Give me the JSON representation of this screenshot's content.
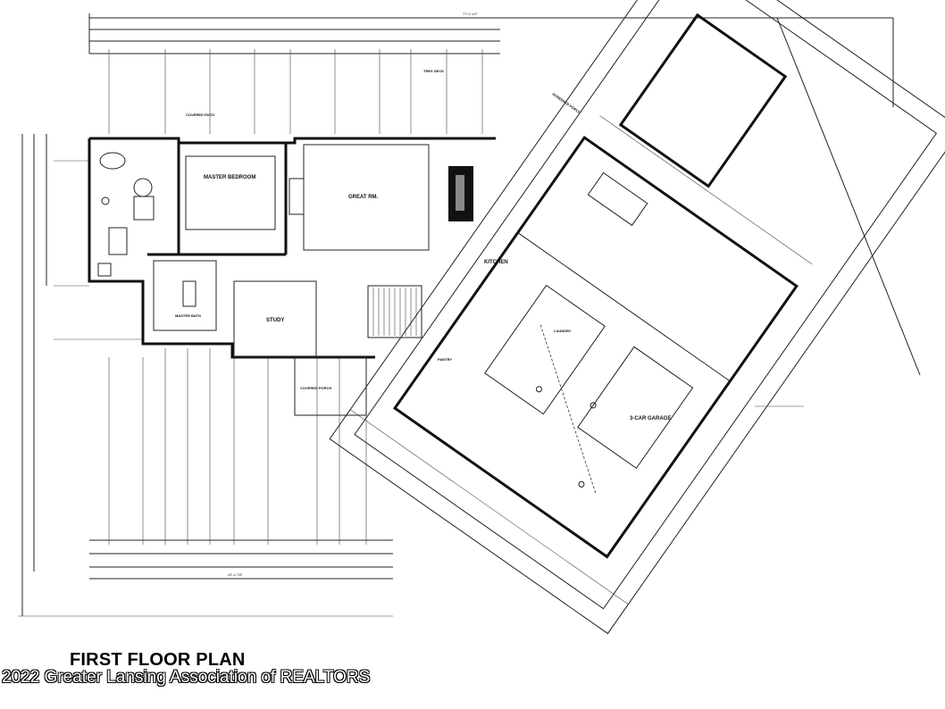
{
  "plan": {
    "title": "FIRST FLOOR PLAN",
    "copyright": "2022 Greater Lansing Association of REALTORS",
    "rooms": {
      "master_bedroom": "MASTER BEDROOM",
      "great_rm": "GREAT RM.",
      "kitchen": "KITCHEN",
      "study": "STUDY",
      "master_bath": "MASTER BATH",
      "laundry": "LAUNDRY",
      "pantry": "PANTRY",
      "garage": "3-CAR GARAGE",
      "screened_porch": "SCREENED PORCH",
      "covered_porch": "COVERED PORCH",
      "trex_deck": "TREX DECK",
      "covered_patio": "COVERED PATIO"
    },
    "dims": {
      "overall_top": "77'-0 1/2\"",
      "overall_bottom": "43'-4 7/8\""
    }
  }
}
